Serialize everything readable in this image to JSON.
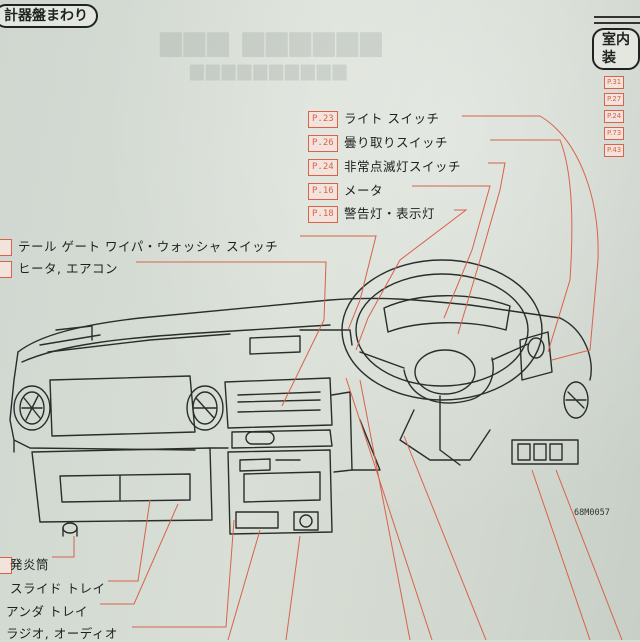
{
  "section_title": "計器盤まわり",
  "right_section_title": "室内装",
  "figure_code": "68M0057",
  "callouts_top": [
    {
      "ref": "P.23",
      "label": "ライト スイッチ"
    },
    {
      "ref": "P.26",
      "label": "曇り取りスイッチ"
    },
    {
      "ref": "P.24",
      "label": "非常点滅灯スイッチ"
    },
    {
      "ref": "P.16",
      "label": "メータ"
    },
    {
      "ref": "P.18",
      "label": "警告灯・表示灯"
    }
  ],
  "callouts_left": [
    {
      "label": "テール ゲート ワイパ・ウォッシャ スイッチ"
    },
    {
      "label": "ヒータ, エアコン"
    }
  ],
  "callouts_bottom": [
    {
      "label": "発炎筒"
    },
    {
      "label": "スライド トレイ"
    },
    {
      "label": "アンダ トレイ"
    },
    {
      "label": "ラジオ, オーディオ"
    }
  ],
  "right_refs": [
    "P.31",
    "P.27",
    "P.24",
    "P.73",
    "P.43"
  ]
}
